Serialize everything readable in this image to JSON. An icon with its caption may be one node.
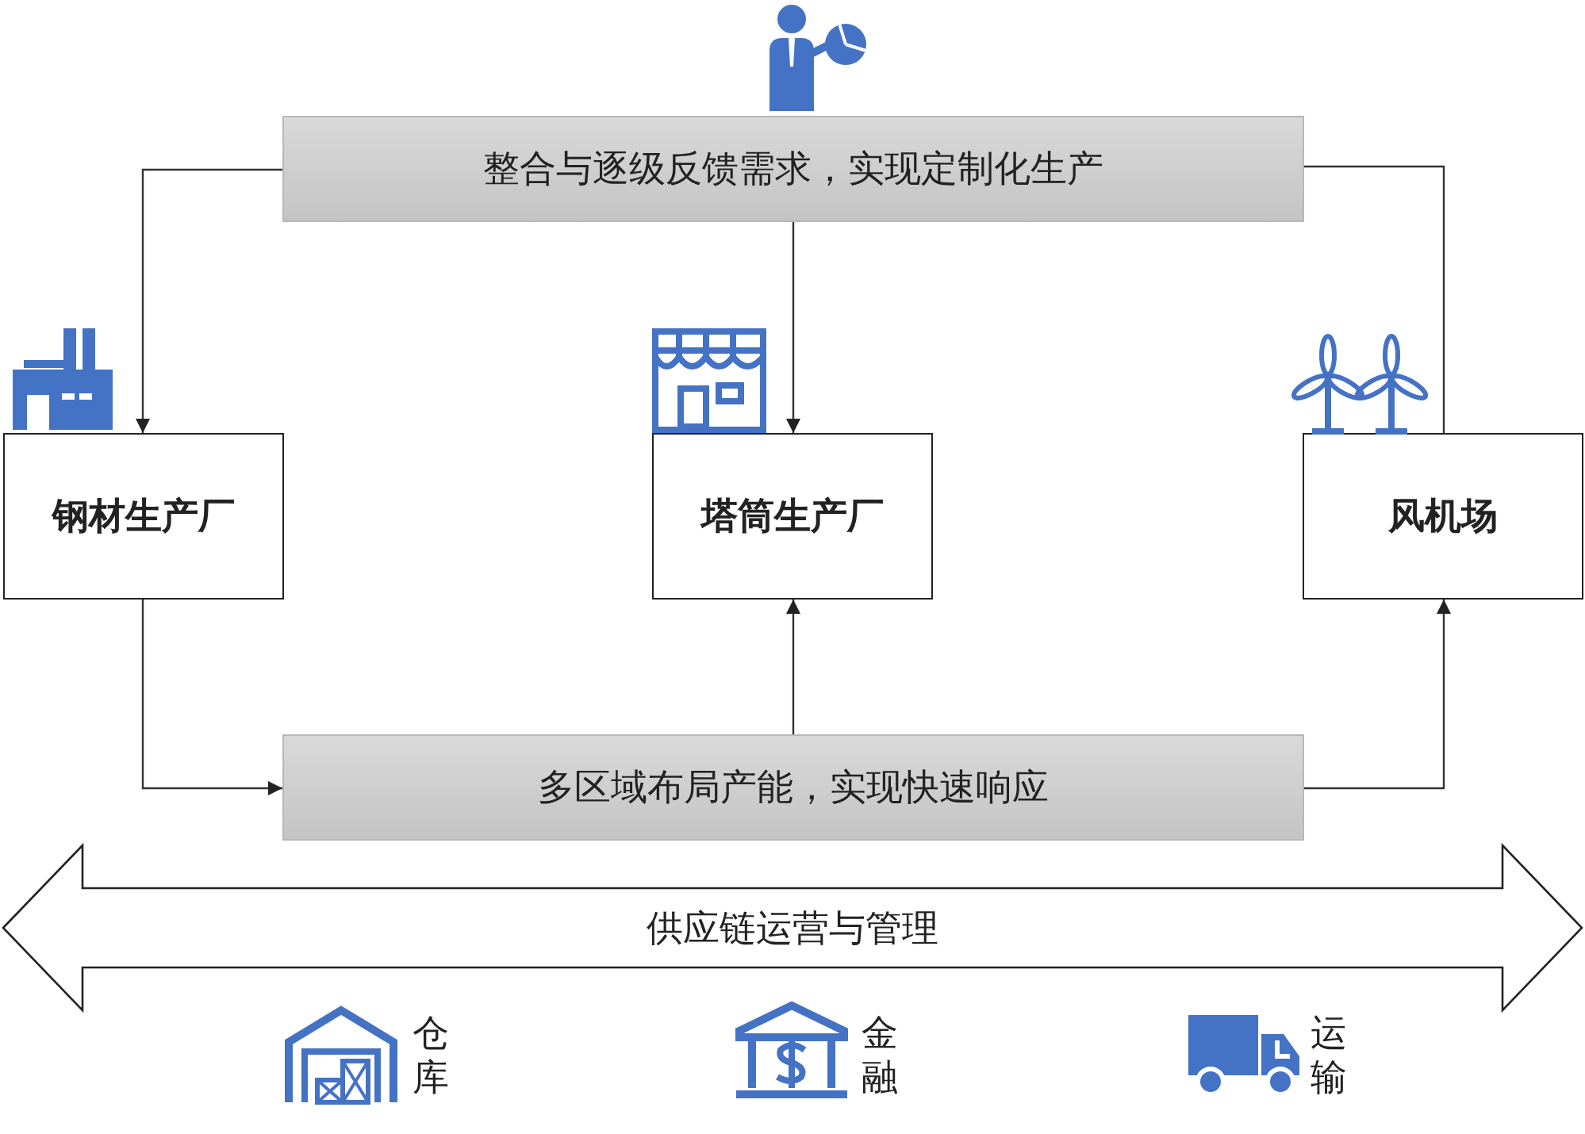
{
  "diagram": {
    "nodes": [
      {
        "text": [
          "整合与逐级反馈需求，实现定制化生产"
        ]
      },
      {
        "text": [
          "钢材生产厂"
        ]
      },
      {
        "text": [
          "塔筒生产厂"
        ]
      },
      {
        "text": [
          "风机场"
        ]
      },
      {
        "text": [
          "多区域布局产能，实现快速响应"
        ]
      },
      {
        "text": [
          "供应链运营与管理"
        ]
      }
    ],
    "edges": [
      {
        "from": 0,
        "to": 1,
        "arrow": "to"
      },
      {
        "from": 0,
        "to": 2,
        "arrow": "to"
      },
      {
        "from": 0,
        "to": 3,
        "arrow": "none"
      },
      {
        "from": 1,
        "to": 4,
        "arrow": "to"
      },
      {
        "from": 4,
        "to": 2,
        "arrow": "to"
      },
      {
        "from": 4,
        "to": 3,
        "arrow": "to"
      }
    ],
    "labels": [
      "仓库",
      "金融",
      "运输"
    ]
  }
}
